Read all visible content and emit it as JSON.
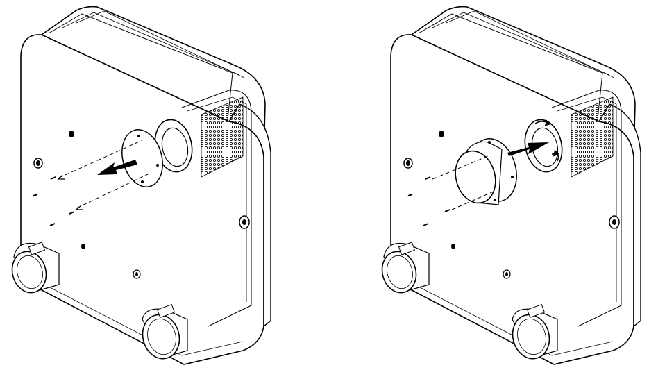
{
  "figure": {
    "panels": [
      {
        "step": "remove-cover-plate",
        "arrow_direction": "outward"
      },
      {
        "step": "fit-duct-spigot",
        "arrow_direction": "inward"
      }
    ],
    "colors": {
      "line": "#000000",
      "background": "#ffffff",
      "arrow": "#000000"
    }
  }
}
